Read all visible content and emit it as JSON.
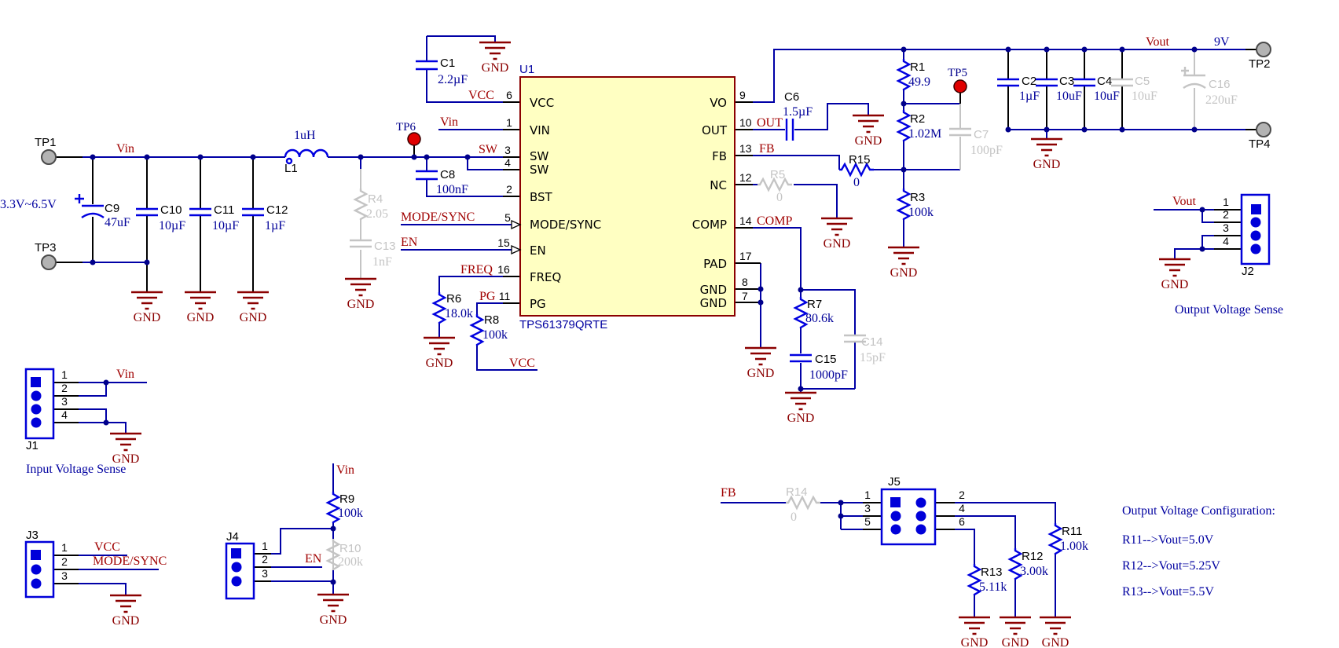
{
  "schematic": {
    "ic": {
      "ref": "U1",
      "part": "TPS61379QRTE",
      "left_pins": [
        {
          "num": "6",
          "name": "VCC"
        },
        {
          "num": "1",
          "name": "VIN"
        },
        {
          "num": "3",
          "name": "SW"
        },
        {
          "num": "4",
          "name": "SW"
        },
        {
          "num": "2",
          "name": "BST"
        },
        {
          "num": "5",
          "name": "MODE/SYNC"
        },
        {
          "num": "15",
          "name": "EN"
        },
        {
          "num": "16",
          "name": "FREQ"
        },
        {
          "num": "11",
          "name": "PG"
        }
      ],
      "right_pins": [
        {
          "num": "9",
          "name": "VO"
        },
        {
          "num": "10",
          "name": "OUT"
        },
        {
          "num": "13",
          "name": "FB"
        },
        {
          "num": "12",
          "name": "NC"
        },
        {
          "num": "14",
          "name": "COMP"
        },
        {
          "num": "17",
          "name": "PAD"
        },
        {
          "num": "8",
          "name": "GND"
        },
        {
          "num": "7",
          "name": "GND"
        }
      ]
    },
    "nets": {
      "vin": "Vin",
      "vcc": "VCC",
      "sw": "SW",
      "gnd": "GND",
      "out": "OUT",
      "fb": "FB",
      "comp": "COMP",
      "mode_sync": "MODE/SYNC",
      "en": "EN",
      "freq": "FREQ",
      "pg": "PG",
      "vout": "Vout",
      "v9": "9V",
      "input_range": "3.3V~6.5V",
      "plus": "+"
    },
    "components": {
      "L1": {
        "ref": "L1",
        "value": "1uH"
      },
      "C1": {
        "ref": "C1",
        "value": "2.2µF"
      },
      "C2": {
        "ref": "C2",
        "value": "1µF"
      },
      "C3": {
        "ref": "C3",
        "value": "10uF"
      },
      "C4": {
        "ref": "C4",
        "value": "10uF"
      },
      "C5": {
        "ref": "C5",
        "value": "10uF"
      },
      "C6": {
        "ref": "C6",
        "value": "1.5µF"
      },
      "C7": {
        "ref": "C7",
        "value": "100pF"
      },
      "C8": {
        "ref": "C8",
        "value": "100nF"
      },
      "C9": {
        "ref": "C9",
        "value": "47uF"
      },
      "C10": {
        "ref": "C10",
        "value": "10µF"
      },
      "C11": {
        "ref": "C11",
        "value": "10µF"
      },
      "C12": {
        "ref": "C12",
        "value": "1µF"
      },
      "C13": {
        "ref": "C13",
        "value": "1nF"
      },
      "C14": {
        "ref": "C14",
        "value": "15pF"
      },
      "C15": {
        "ref": "C15",
        "value": "1000pF"
      },
      "C16": {
        "ref": "C16",
        "value": "220uF"
      },
      "R1": {
        "ref": "R1",
        "value": "49.9"
      },
      "R2": {
        "ref": "R2",
        "value": "1.02M"
      },
      "R3": {
        "ref": "R3",
        "value": "100k"
      },
      "R4": {
        "ref": "R4",
        "value": "2.05"
      },
      "R5": {
        "ref": "R5",
        "value": "0"
      },
      "R6": {
        "ref": "R6",
        "value": "18.0k"
      },
      "R7": {
        "ref": "R7",
        "value": "80.6k"
      },
      "R8": {
        "ref": "R8",
        "value": "100k"
      },
      "R9": {
        "ref": "R9",
        "value": "100k"
      },
      "R10": {
        "ref": "R10",
        "value": "200k"
      },
      "R11": {
        "ref": "R11",
        "value": "1.00k"
      },
      "R12": {
        "ref": "R12",
        "value": "3.00k"
      },
      "R13": {
        "ref": "R13",
        "value": "5.11k"
      },
      "R14": {
        "ref": "R14",
        "value": "0"
      },
      "R15": {
        "ref": "R15",
        "value": "0"
      }
    },
    "testpoints": {
      "tp1": "TP1",
      "tp2": "TP2",
      "tp3": "TP3",
      "tp4": "TP4",
      "tp5": "TP5",
      "tp6": "TP6"
    },
    "connectors": {
      "J1": {
        "ref": "J1",
        "p1": "1",
        "p2": "2",
        "p3": "3",
        "p4": "4",
        "caption": "Input Voltage Sense"
      },
      "J2": {
        "ref": "J2",
        "p1": "1",
        "p2": "2",
        "p3": "3",
        "p4": "4",
        "caption": "Output Voltage Sense"
      },
      "J3": {
        "ref": "J3",
        "p1": "1",
        "p2": "2",
        "p3": "3"
      },
      "J4": {
        "ref": "J4",
        "p1": "1",
        "p2": "2",
        "p3": "3"
      },
      "J5": {
        "ref": "J5",
        "p1": "1",
        "p2": "2",
        "p3": "3",
        "p4": "4",
        "p5": "5",
        "p6": "6"
      }
    },
    "notes": {
      "heading": "Output Voltage Configuration:",
      "line1": "R11-->Vout=5.0V",
      "line2": "R12-->Vout=5.25V",
      "line3": "R13-->Vout=5.5V"
    }
  }
}
